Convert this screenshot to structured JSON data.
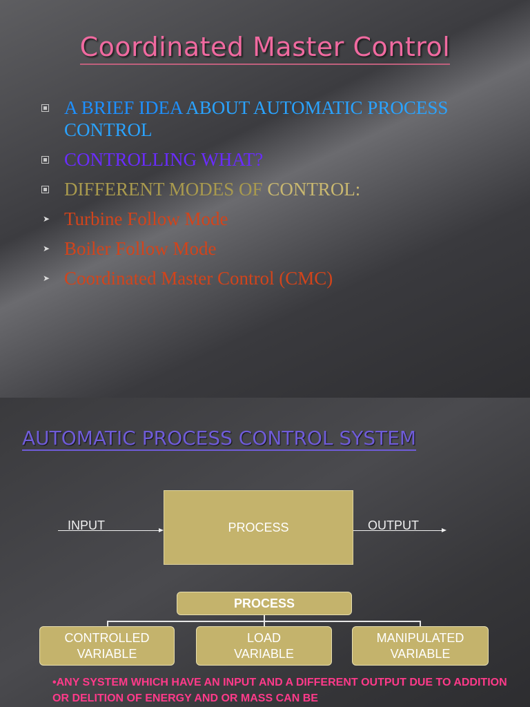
{
  "slide1": {
    "title": "Coordinated Master Control",
    "bullets": [
      {
        "parts": [
          {
            "text": "A BRIEF IDEA ",
            "color": "#1e90ff"
          },
          {
            "text": "ABOUT AUTOMATIC PROCESS CONTROL",
            "color": "#2aa3ff"
          }
        ],
        "marker": "square"
      },
      {
        "parts": [
          {
            "text": "CONTROLLING WHAT?",
            "color": "#6a2cff"
          }
        ],
        "marker": "square"
      },
      {
        "parts": [
          {
            "text": "DIFFERENT MODES OF ",
            "color": "#a99a4e"
          },
          {
            "text": "CONTROL:",
            "color": "#c9b870"
          }
        ],
        "marker": "square"
      },
      {
        "parts": [
          {
            "text": "Turbine Follow Mode",
            "color": "#d2441b"
          }
        ],
        "marker": "arrow"
      },
      {
        "parts": [
          {
            "text": "Boiler Follow Mode",
            "color": "#d2441b"
          }
        ],
        "marker": "arrow"
      },
      {
        "parts": [
          {
            "text": "Coordinated Master Control (CMC)",
            "color": "#d2441b"
          }
        ],
        "marker": "arrow"
      }
    ]
  },
  "slide2": {
    "title": "AUTOMATIC PROCESS CONTROL SYSTEM",
    "diagram": {
      "input_label": "INPUT",
      "output_label": "OUTPUT",
      "process_box": "PROCESS",
      "tree_root": "PROCESS",
      "children": [
        {
          "l1": "CONTROLLED",
          "l2": "VARIABLE"
        },
        {
          "l1": "LOAD",
          "l2": "VARIABLE"
        },
        {
          "l1": "MANIPULATED",
          "l2": "VARIABLE"
        }
      ]
    },
    "note": "•ANY SYSTEM WHICH HAVE AN INPUT AND A DIFFERENT OUTPUT DUE TO ADDITION OR DELITION OF ENERGY AND OR MASS CAN BE"
  }
}
